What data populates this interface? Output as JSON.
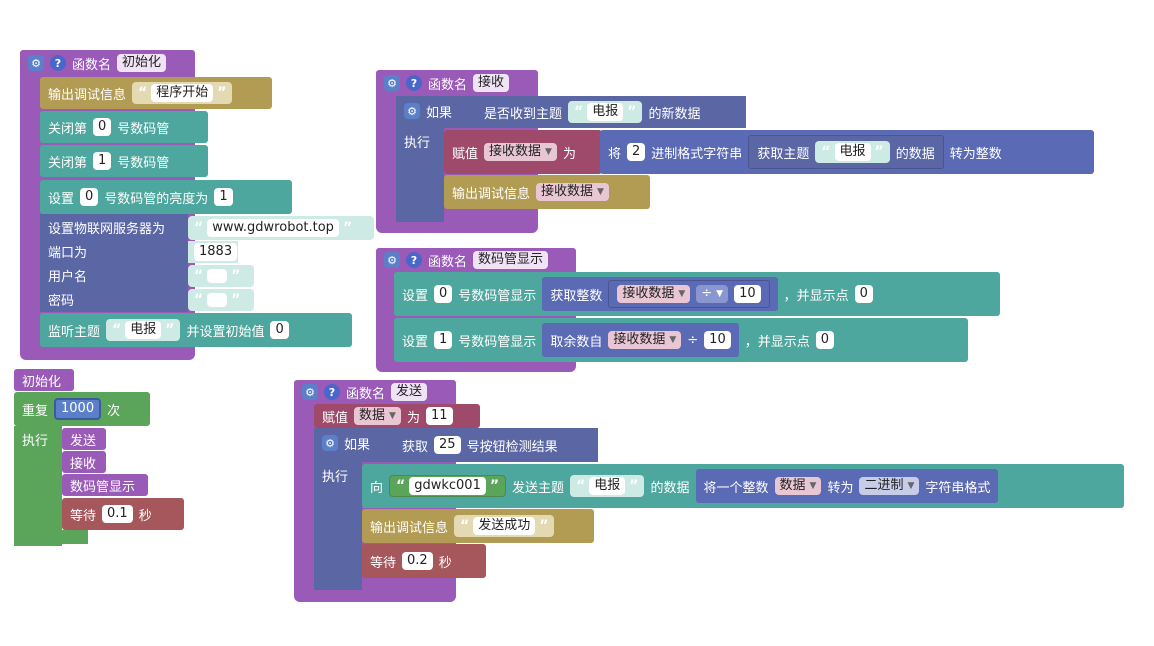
{
  "func_init": {
    "header": "函数名",
    "name": "初始化",
    "debug_label": "输出调试信息",
    "debug_value": "程序开始",
    "close1_label": "关闭第",
    "close1_num": "0",
    "close1_suffix": "号数码管",
    "close2_label": "关闭第",
    "close2_num": "1",
    "close2_suffix": "号数码管",
    "set_label": "设置",
    "set_num": "0",
    "set_mid": "号数码管的亮度为",
    "set_val": "1",
    "server_label": "设置物联网服务器为",
    "server_val": "www.gdwrobot.top",
    "port_label": "端口为",
    "port_val": "1883",
    "user_label": "用户名",
    "pass_label": "密码",
    "listen_label": "监听主题",
    "listen_topic": "电报",
    "listen_mid": "并设置初始值",
    "listen_val": "0"
  },
  "loop_block": {
    "title": "初始化",
    "repeat_label": "重复",
    "repeat_val": "1000",
    "repeat_suffix": "次",
    "exec_label": "执行",
    "calls": [
      "发送",
      "接收",
      "数码管显示"
    ],
    "wait_label": "等待",
    "wait_val": "0.1",
    "wait_unit": "秒"
  },
  "func_recv": {
    "header": "函数名",
    "name": "接收",
    "if_label": "如果",
    "cond_label": "是否收到主题",
    "cond_topic": "电报",
    "cond_suffix": "的新数据",
    "exec_label": "执行",
    "assign_label": "赋值",
    "assign_var": "接收数据",
    "assign_mid": "为",
    "conv_label": "将",
    "conv_base": "2",
    "conv_mid": "进制格式字符串",
    "get_label": "获取主题",
    "get_topic": "电报",
    "get_suffix": "的数据",
    "conv_suffix": "转为整数",
    "debug_label": "输出调试信息",
    "debug_var": "接收数据"
  },
  "func_disp": {
    "header": "函数名",
    "name": "数码管显示",
    "row1_set": "设置",
    "row1_num": "0",
    "row1_mid": "号数码管显示",
    "row1_int": "获取整数",
    "row1_var": "接收数据",
    "row1_op": "÷",
    "row1_div": "10",
    "row1_dot": "，并显示点",
    "row1_dotval": "0",
    "row2_set": "设置",
    "row2_num": "1",
    "row2_mid": "号数码管显示",
    "row2_mod": "取余数自",
    "row2_var": "接收数据",
    "row2_op": "÷",
    "row2_div": "10",
    "row2_dot": "，并显示点",
    "row2_dotval": "0"
  },
  "func_send": {
    "header": "函数名",
    "name": "发送",
    "assign_label": "赋值",
    "assign_var": "数据",
    "assign_mid": "为",
    "assign_val": "11",
    "if_label": "如果",
    "get_label": "获取",
    "get_num": "25",
    "get_suffix": "号按钮检测结果",
    "exec_label": "执行",
    "to_label": "向",
    "to_dev": "gdwkc001",
    "send_label": "发送主题",
    "send_topic": "电报",
    "send_mid": "的数据",
    "conv_label": "将一个整数",
    "conv_var": "数据",
    "conv_mid": "转为",
    "conv_fmt": "二进制",
    "conv_suffix": "字符串格式",
    "debug_label": "输出调试信息",
    "debug_val": "发送成功",
    "wait_label": "等待",
    "wait_val": "0.2",
    "wait_unit": "秒"
  },
  "icons": {
    "gear": "gear-icon",
    "help": "help-icon"
  },
  "colors": {
    "function": "#9a5ab8",
    "debug": "#b29b53",
    "display": "#4ea79e",
    "iot": "#5b67a5",
    "loop": "#5ba55b",
    "wait": "#a5575b",
    "variable": "#a04a6b"
  }
}
